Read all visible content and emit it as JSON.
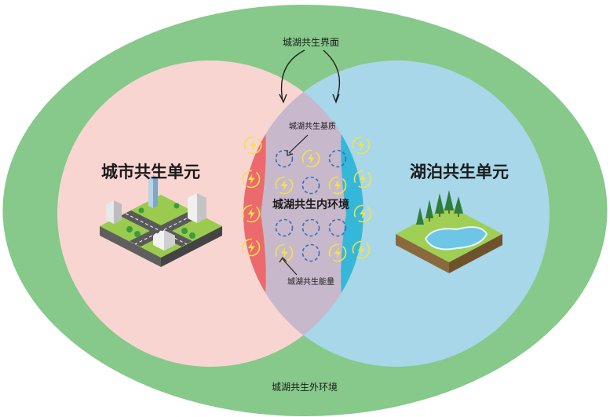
{
  "diagram": {
    "outer_environment_label": "城湖共生外环境",
    "interface_label": "城湖共生界面",
    "city_unit_label": "城市共生单元",
    "lake_unit_label": "湖泊共生单元",
    "inner_environment_label": "城湖共生内环境",
    "substrate_label": "城湖共生基质",
    "energy_label": "城湖共生能量"
  },
  "colors": {
    "outer_green": "#86c98a",
    "city_pink": "#f9d5d1",
    "lake_blue": "#a7d7e8",
    "overlap_mauve": "#c8b8cc",
    "city_edge_red": "#ec6a6d",
    "lake_edge_cyan": "#35b7d9",
    "energy_yellow": "#f2e24a",
    "substrate_blue": "#2f6fb8"
  },
  "icons": {
    "energy": "lightning-bolt-icon",
    "substrate": "dashed-circle-icon",
    "city": "isometric-city-icon",
    "lake": "isometric-lake-icon"
  }
}
